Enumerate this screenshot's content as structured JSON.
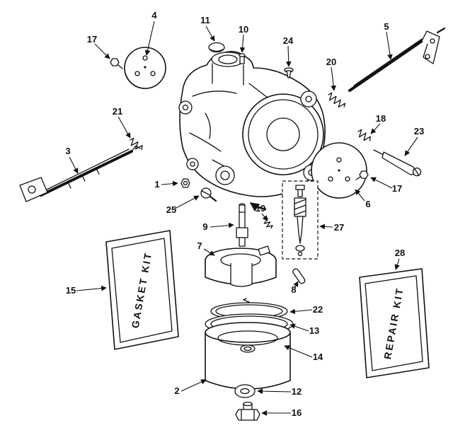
{
  "figure": {
    "type": "exploded-parts-diagram",
    "subject": "Carburetor assembly"
  },
  "callouts": {
    "c1": "1",
    "c2": "2",
    "c3": "3",
    "c4": "4",
    "c5": "5",
    "c6": "6",
    "c7": "7",
    "c8": "8",
    "c9": "9",
    "c10": "10",
    "c11": "11",
    "c12": "12",
    "c13": "13",
    "c14": "14",
    "c15": "15",
    "c16": "16",
    "c17a": "17",
    "c17b": "17",
    "c18": "18",
    "c19": "19",
    "c20": "20",
    "c21": "21",
    "c22": "22",
    "c23": "23",
    "c24": "24",
    "c25": "25",
    "c27": "27",
    "c28": "28"
  },
  "kits": {
    "gasket": "GASKET KIT",
    "repair": "REPAIR KIT"
  },
  "colors": {
    "ink": "#111111",
    "paper": "#ffffff"
  }
}
